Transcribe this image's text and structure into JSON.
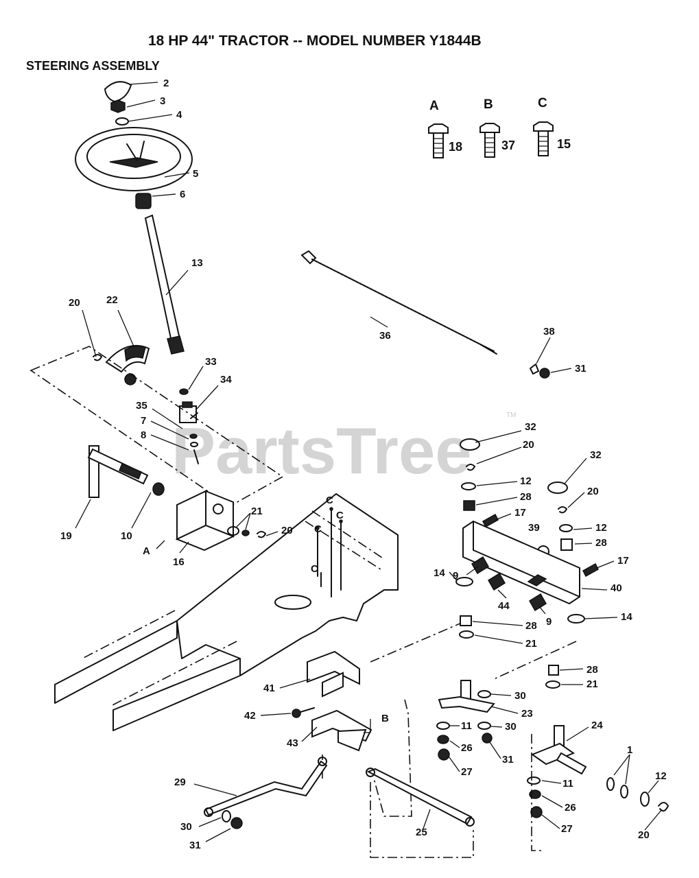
{
  "title": "18 HP 44\" TRACTOR -- MODEL NUMBER Y1844B",
  "subtitle": "STEERING ASSEMBLY",
  "watermark": "PartsTree",
  "watermark_tm": "TM",
  "bolt_key": [
    {
      "letter": "A",
      "number": "18"
    },
    {
      "letter": "B",
      "number": "37"
    },
    {
      "letter": "C",
      "number": "15"
    }
  ],
  "callouts": [
    "2",
    "3",
    "4",
    "5",
    "6",
    "13",
    "20",
    "22",
    "33",
    "34",
    "35",
    "7",
    "8",
    "19",
    "10",
    "16",
    "A",
    "21",
    "20",
    "C",
    "C",
    "C",
    "C",
    "36",
    "38",
    "31",
    "32",
    "20",
    "12",
    "28",
    "17",
    "32",
    "20",
    "12",
    "28",
    "39",
    "17",
    "9",
    "14",
    "44",
    "9",
    "40",
    "14",
    "28",
    "21",
    "28",
    "21",
    "41",
    "42",
    "43",
    "B",
    "30",
    "23",
    "11",
    "30",
    "26",
    "31",
    "27",
    "24",
    "1",
    "11",
    "12",
    "26",
    "20",
    "27",
    "29",
    "30",
    "31",
    "25"
  ]
}
